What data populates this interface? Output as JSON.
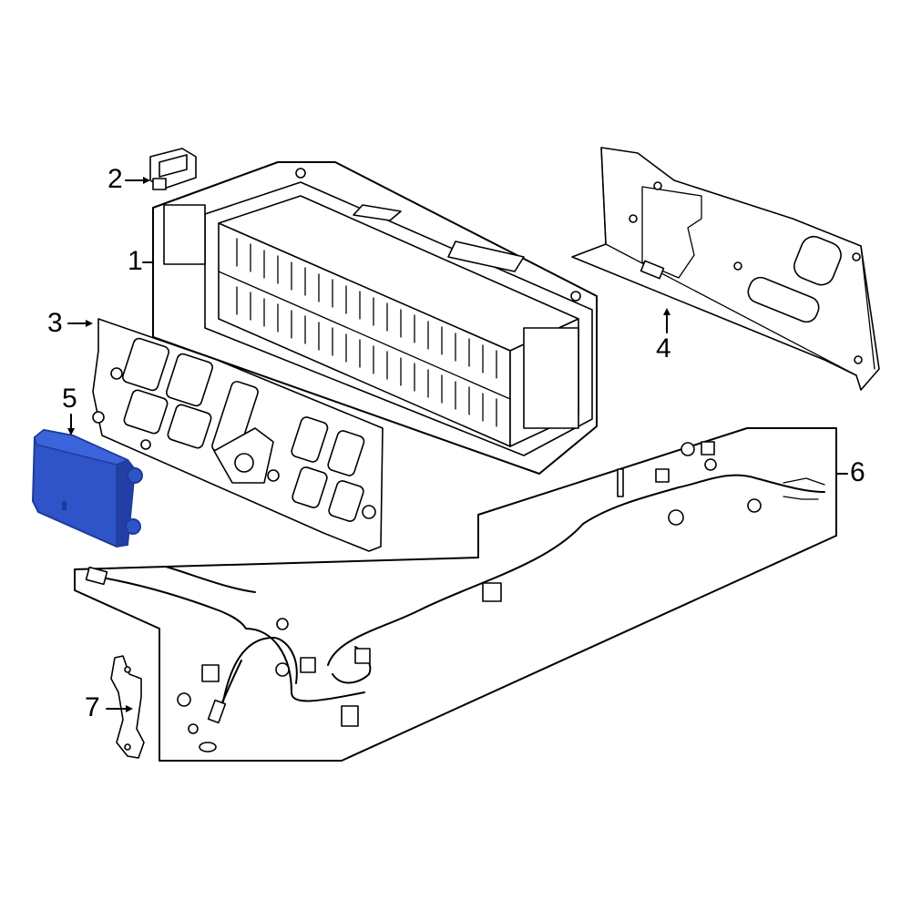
{
  "callouts": [
    {
      "id": "1",
      "label": "1"
    },
    {
      "id": "2",
      "label": "2"
    },
    {
      "id": "3",
      "label": "3"
    },
    {
      "id": "4",
      "label": "4"
    },
    {
      "id": "5",
      "label": "5"
    },
    {
      "id": "6",
      "label": "6"
    },
    {
      "id": "7",
      "label": "7"
    }
  ],
  "colors": {
    "highlight_part": "#2F54C8",
    "highlight_part_dark": "#1E3A9A",
    "line": "#000000",
    "background": "#ffffff"
  }
}
